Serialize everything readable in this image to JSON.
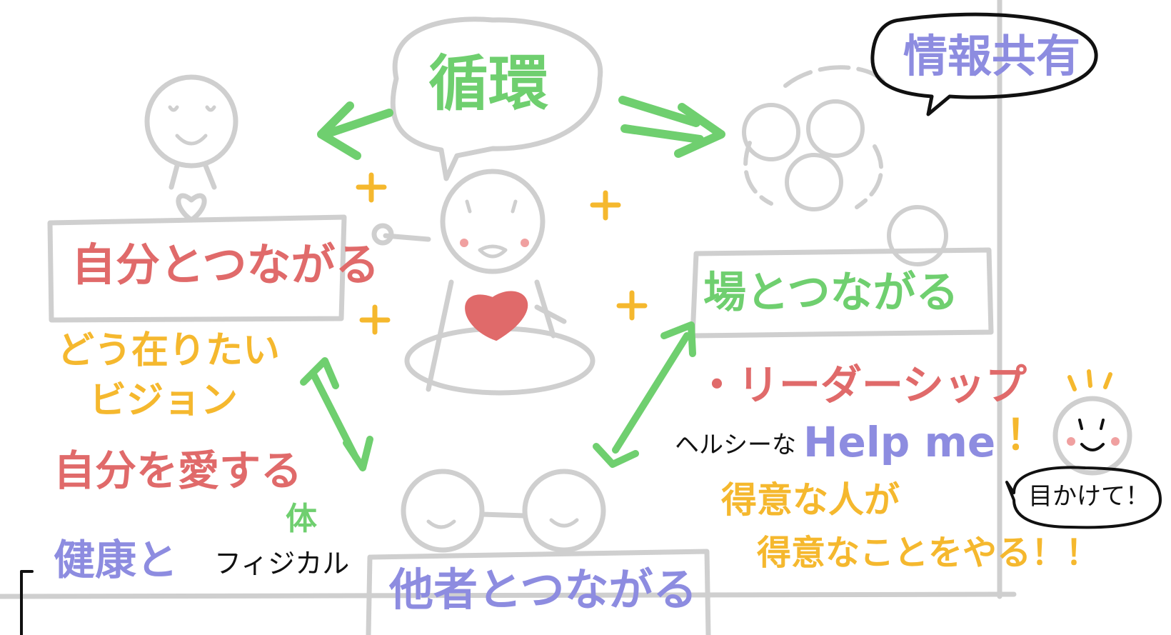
{
  "colors": {
    "sketch_gray": "#cfcfcf",
    "red": "#e06a6a",
    "green": "#6fcf6f",
    "orange": "#f5b82e",
    "purple": "#8d8ce0",
    "black": "#111111"
  },
  "center": {
    "bubble": "循環"
  },
  "corner": {
    "bubble": "情報共有"
  },
  "self": {
    "title": "自分とつながる",
    "line1": "どう在りたい",
    "line2": "ビジョン",
    "line3": "自分を愛する",
    "body_label": "体",
    "health": "健康と",
    "physical": "フィジカル"
  },
  "place": {
    "title": "場とつながる",
    "leadership": "・リーダーシップ",
    "healthy": "ヘルシーな",
    "helpme": "Help me",
    "exclaim": "！",
    "good1": "得意な人が",
    "good2": "得意なことをやる！！",
    "speech": "目かけて！"
  },
  "others": {
    "title": "他者とつながる"
  },
  "plus": "+",
  "icons": [
    "person-heart-icon",
    "center-person-heart-icon",
    "group-of-people-icon",
    "pair-of-people-icon",
    "cheering-person-icon"
  ]
}
